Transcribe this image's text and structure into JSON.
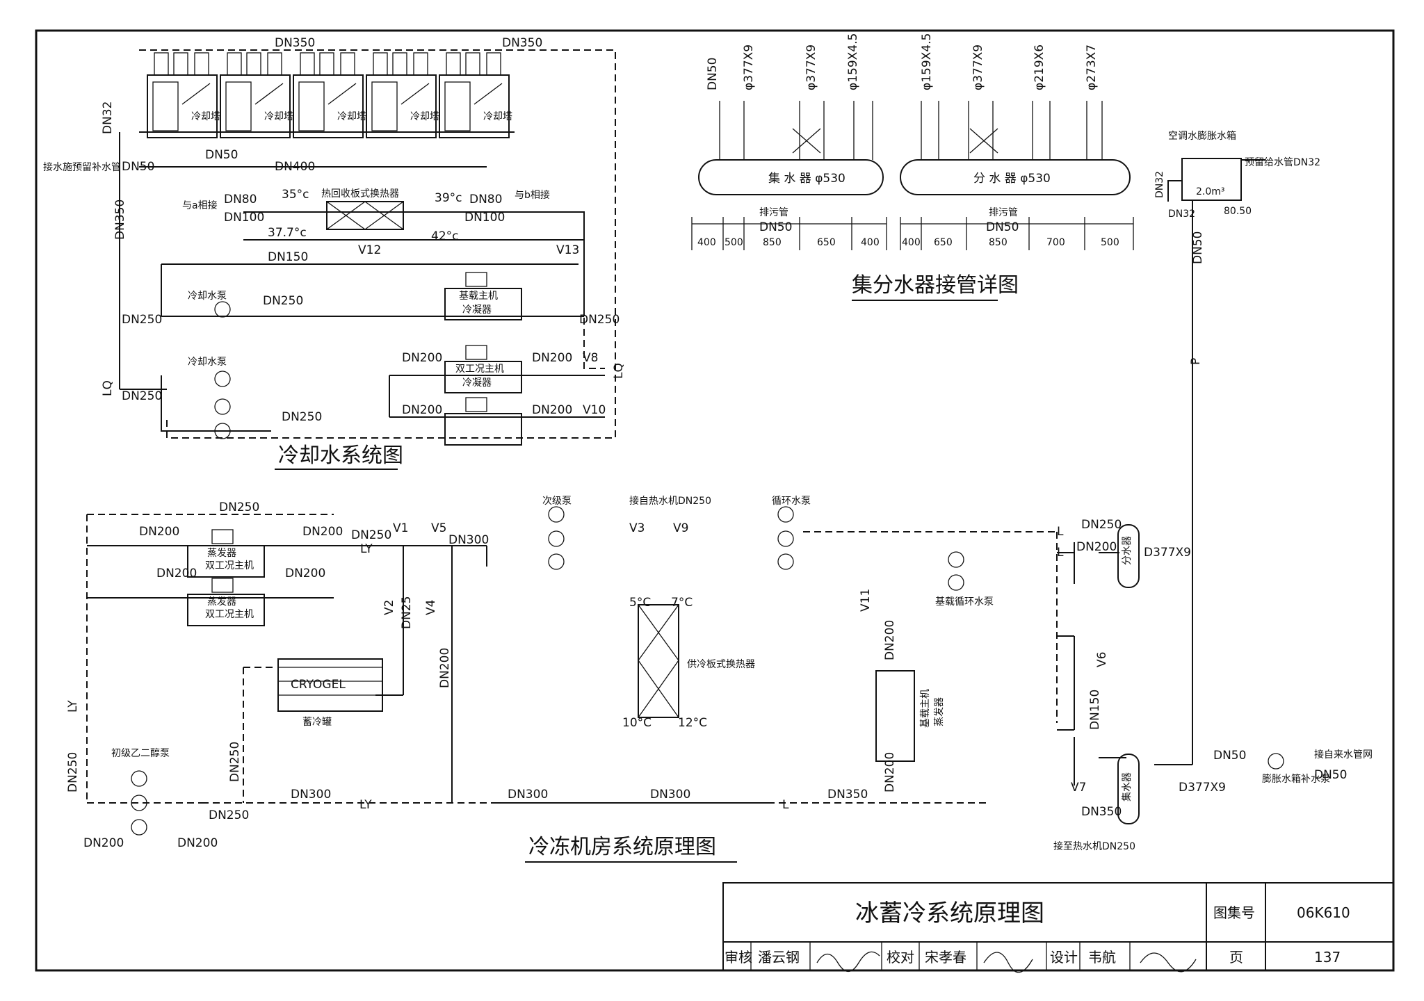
{
  "titles": {
    "cooling_water": "冷却水系统图",
    "manifold": "集分水器接管详图",
    "chiller_room": "冷冻机房系统原理图"
  },
  "cooling_water": {
    "labels": [
      "DN350",
      "DN350",
      "DN32",
      "DN50",
      "DN400",
      "DN50",
      "接水施预留补水管",
      "DN80",
      "DN100",
      "35°c",
      "37.7°c",
      "热回收板式换热器",
      "39°c",
      "42°c",
      "DN80",
      "DN100",
      "与a相接",
      "与b相接",
      "V12",
      "V13",
      "DN150",
      "DN350",
      "冷却水泵",
      "DN250",
      "基载主机",
      "冷凝器",
      "DN250",
      "DN250",
      "LQ",
      "DN250",
      "冷却水泵",
      "DN200",
      "双工况主机",
      "冷凝器",
      "DN200",
      "V8",
      "DN200",
      "DN200",
      "V10",
      "DN250",
      "LQ"
    ],
    "tower_label": "冷却塔"
  },
  "manifold": {
    "collector_label": "集 水 器 φ530",
    "distributor_label": "分 水 器 φ530",
    "collector_pipes": [
      "DN50",
      "φ377X9",
      "φ377X9",
      "φ159X4.5"
    ],
    "distributor_pipes": [
      "φ159X4.5",
      "φ377X9",
      "φ219X6",
      "φ273X7"
    ],
    "drain": "排污管",
    "drain_dn": "DN50",
    "collector_dims": [
      "400",
      "500",
      "850",
      "650",
      "400"
    ],
    "distributor_dims": [
      "400",
      "650",
      "850",
      "700",
      "500"
    ]
  },
  "expansion_tank": {
    "label": "空调水膨胀水箱",
    "volume": "2.0m³",
    "pipe_note": "预留给水管DN32",
    "labels": [
      "DN32",
      "DN32",
      "80.50",
      "DN50",
      "P"
    ]
  },
  "chiller_room": {
    "labels": [
      "DN250",
      "DN200",
      "DN200",
      "DN200",
      "DN200",
      "DN250",
      "LY",
      "V1",
      "V5",
      "DN300",
      "V2",
      "V4",
      "DN25",
      "DN200",
      "蒸发器",
      "双工况主机",
      "蒸发器",
      "双工况主机",
      "CRYOGEL",
      "蓄冷罐",
      "初级乙二醇泵",
      "DN250",
      "DN200",
      "DN200",
      "DN250",
      "DN250",
      "DN300",
      "LY",
      "DN300",
      "LY"
    ],
    "secondary_pumps": "次级泵",
    "hot_water_note": "接自热水机DN250",
    "circ_pumps": "循环水泵",
    "base_pumps": "基载循环水泵",
    "hx_label": "供冷板式换热器",
    "temps": [
      "5°C",
      "7°C",
      "10°C",
      "12°C"
    ],
    "valves": [
      "V3",
      "V9",
      "V11",
      "V6",
      "V7"
    ],
    "right_labels": [
      "L",
      "DN250",
      "L",
      "DN200",
      "D377X9",
      "分水器",
      "集水器",
      "DN150",
      "DN50",
      "D377X9",
      "膨胀水箱补水泵",
      "接自来水管网",
      "DN50",
      "DN300",
      "L",
      "DN350",
      "DN350",
      "接至热水机DN250",
      "基载主机",
      "蒸发器",
      "DN200",
      "DN200"
    ]
  },
  "title_block": {
    "main_title": "冰蓄冷系统原理图",
    "atlas_label": "图集号",
    "atlas_no": "06K610",
    "review_label": "审核",
    "review_name": "潘云钢",
    "check_label": "校对",
    "check_name": "宋孝春",
    "design_label": "设计",
    "design_name": "韦航",
    "page_label": "页",
    "page_no": "137"
  }
}
